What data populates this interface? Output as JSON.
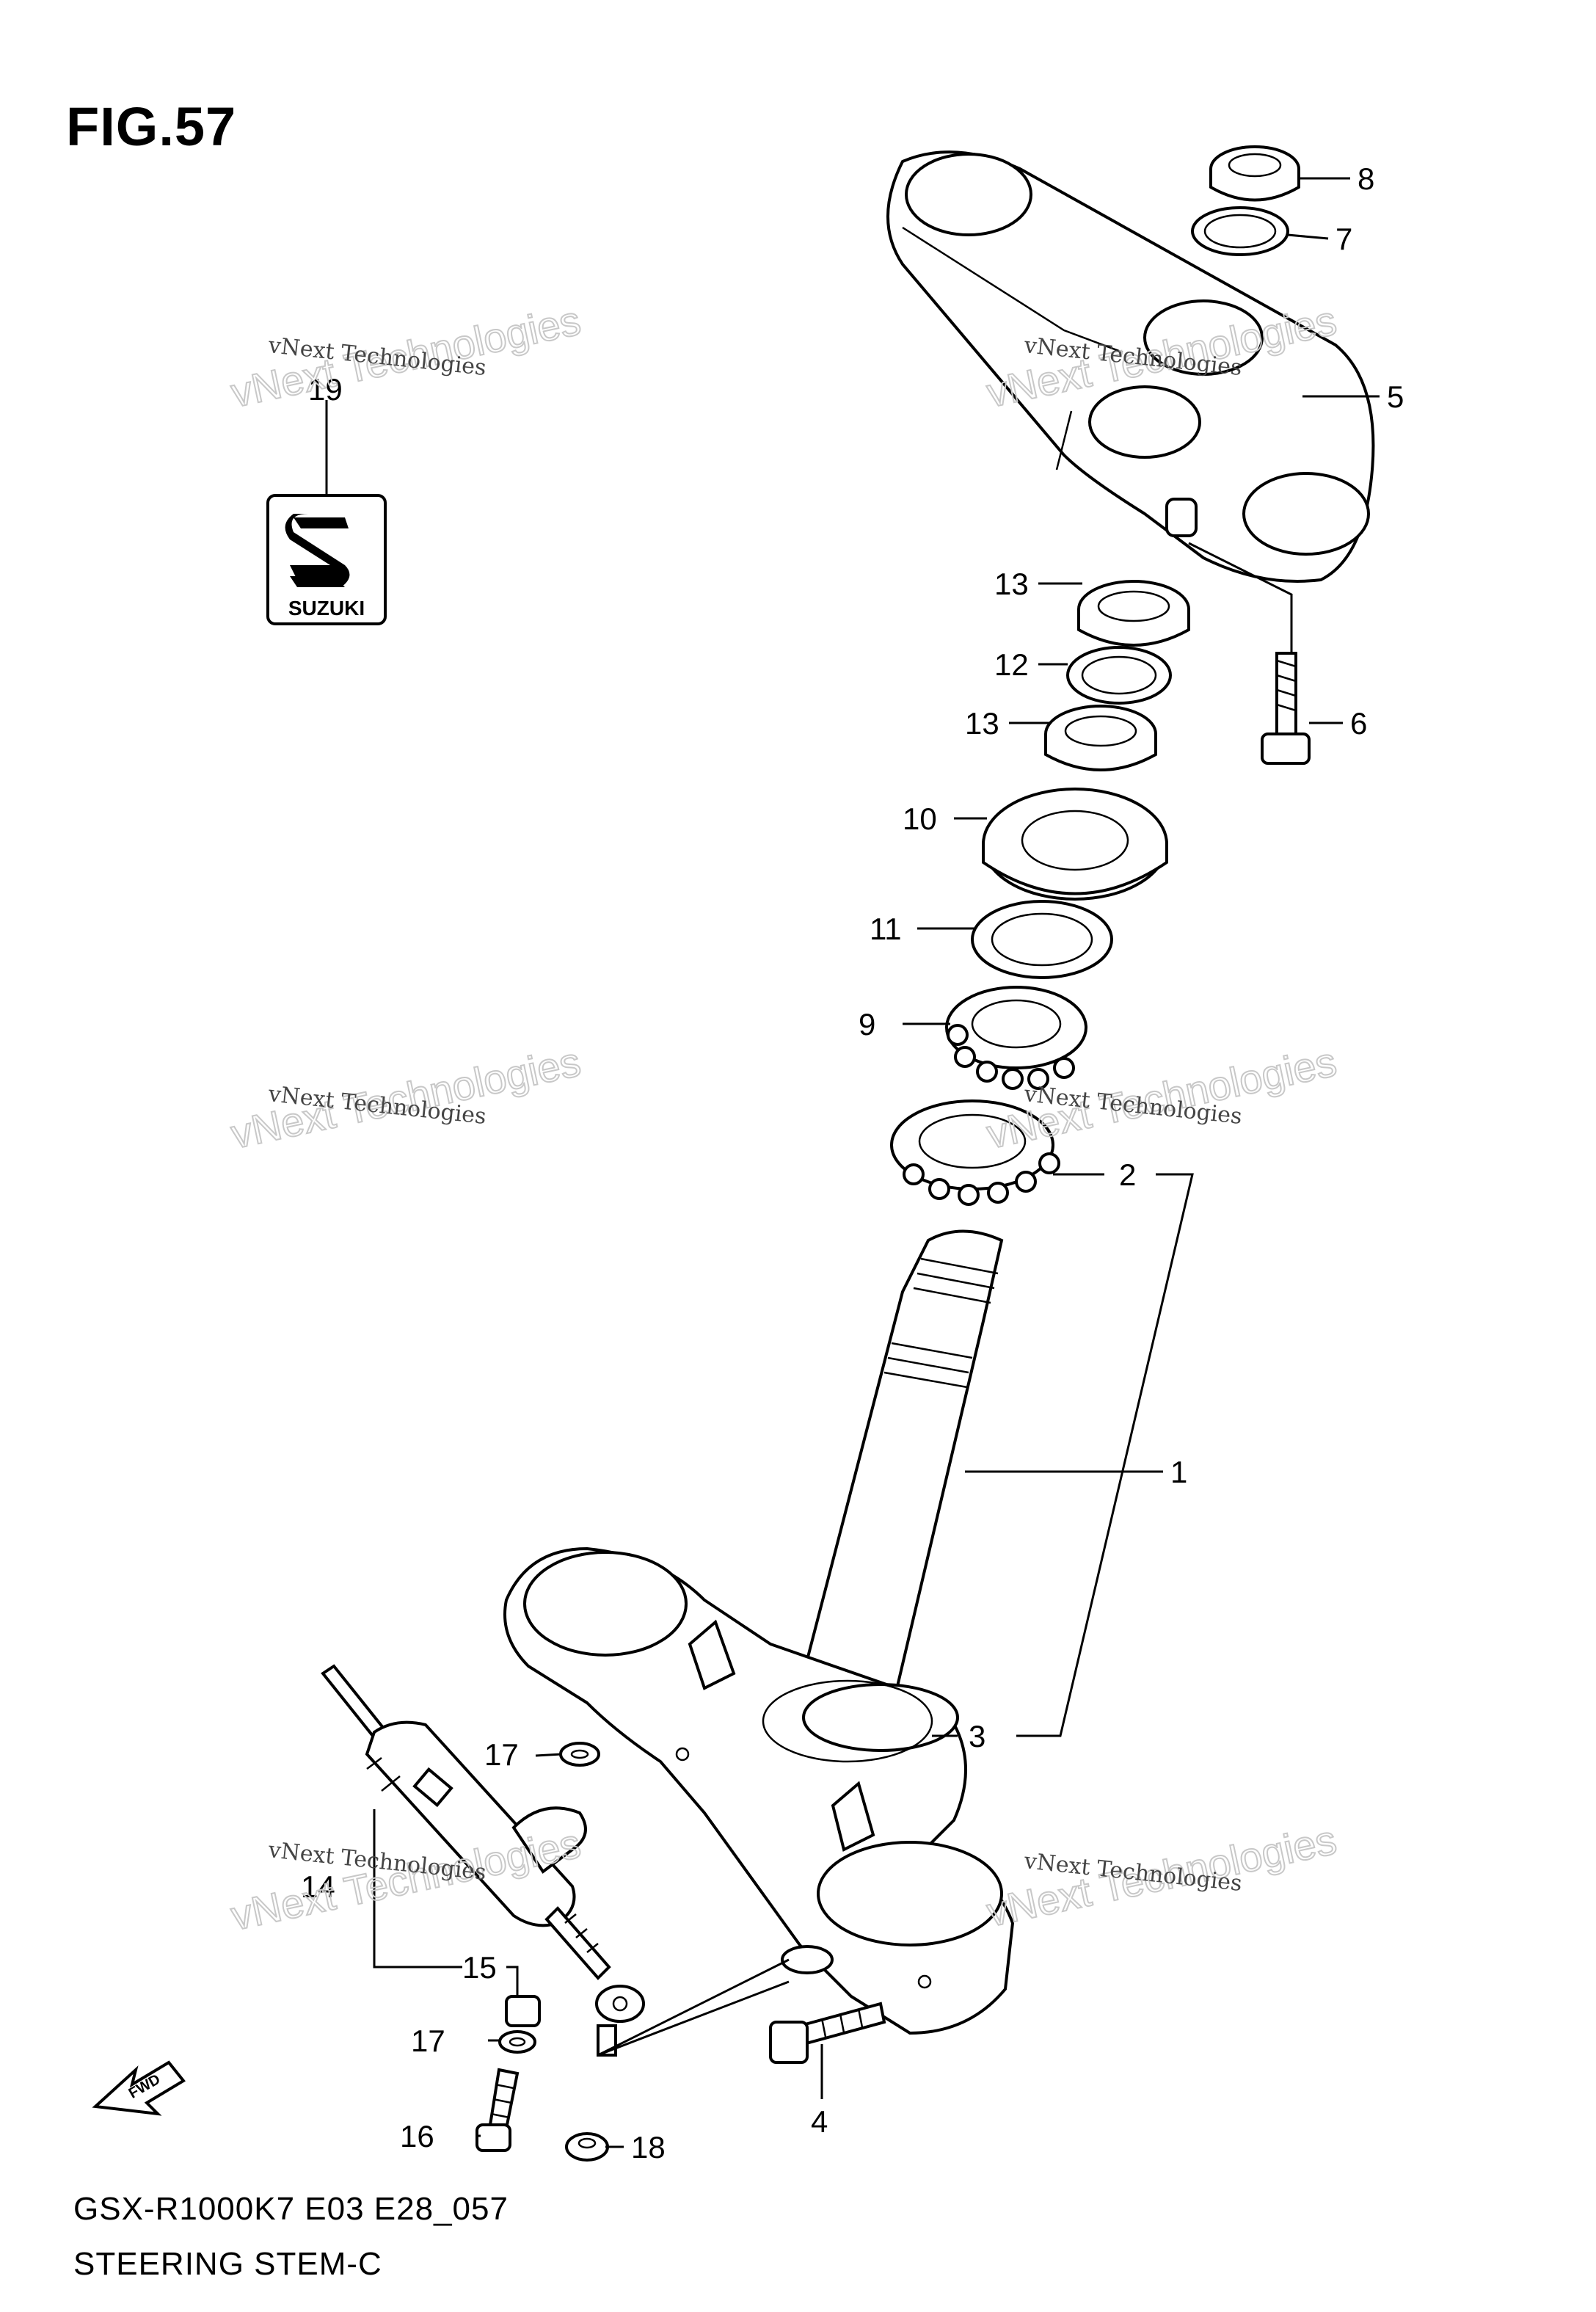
{
  "figure": {
    "title": "FIG.57",
    "model_code": "GSX-R1000K7 E03 E28_057",
    "section_name": "STEERING STEM-C"
  },
  "watermark": {
    "small_text": "vNext Technologies",
    "big_text": "vNext Technologies"
  },
  "emblem": {
    "brand_text": "SUZUKI"
  },
  "fwd_arrow": {
    "label": "FWD"
  },
  "parts": {
    "p1": "1",
    "p2": "2",
    "p3": "3",
    "p4": "4",
    "p5": "5",
    "p6": "6",
    "p7": "7",
    "p8": "8",
    "p9": "9",
    "p10": "10",
    "p11": "11",
    "p12": "12",
    "p13a": "13",
    "p13b": "13",
    "p14": "14",
    "p15": "15",
    "p16": "16",
    "p17a": "17",
    "p17b": "17",
    "p18": "18",
    "p19": "19"
  }
}
